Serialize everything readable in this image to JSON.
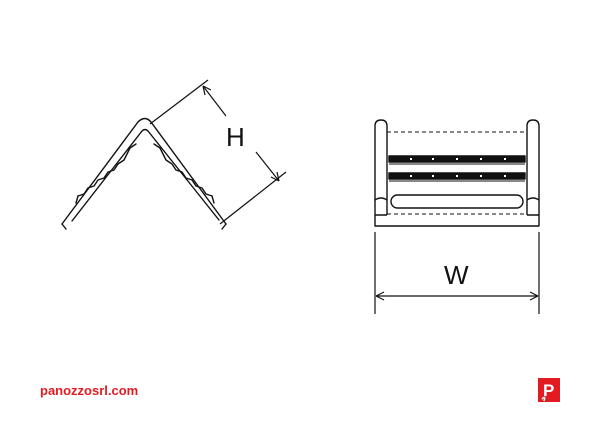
{
  "dimensions": {
    "height_label": "H",
    "width_label": "W"
  },
  "footer": {
    "website": "panozzosrl.com",
    "logo_letter": "P"
  },
  "colors": {
    "line": "#111111",
    "brand": "#e21b22",
    "background": "#ffffff"
  }
}
